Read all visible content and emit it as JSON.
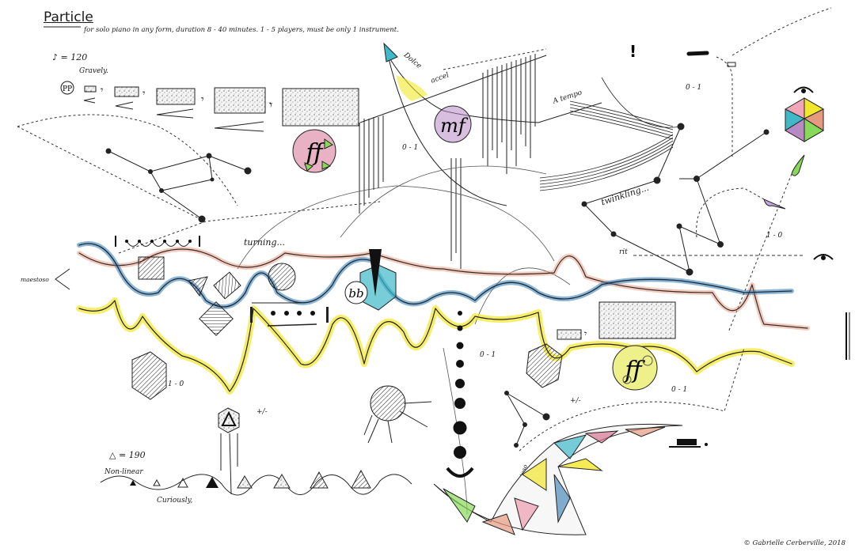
{
  "score": {
    "title": "Particle",
    "subtitle": "for solo piano in any form, duration 8 - 40 minutes. 1 - 5 players, must be only 1 instrument.",
    "tempo_top": "♪ = 120",
    "character_top": "Gravely.",
    "dynamic_pp": "PP",
    "dynamic_ff_left": "ff",
    "dynamic_mf": "mf",
    "dynamic_bb": "bb",
    "dynamic_ff_right": "ff",
    "markings": {
      "dolce": "Dolce",
      "accel": "accel",
      "a_tempo": "A tempo",
      "twinkling": "twinkling...",
      "turning": "turning...",
      "rit": "rit",
      "maestoso_left": "maestoso",
      "maestoso_bottom": "maestoso",
      "non_linear": "Non-linear",
      "curiously": "Curiously,",
      "tempo_bottom": "△ = 190"
    },
    "ratios": {
      "r1": "0 - 1",
      "r2": "0 - 1",
      "r3": "1 - 0",
      "r4": "1 - 0",
      "r5": "0 - 1",
      "r6": "0 - 1",
      "plusminus1": "+/-",
      "plusminus2": "+/-"
    },
    "copyright": "© Gabrielle Cerberville, 2018"
  },
  "colors": {
    "ink": "#1a1a1a",
    "blue_wash": "#2f79b0",
    "yellow_wash": "#f2e72a",
    "salmon_wash": "#e59a7f",
    "teal": "#3fb9c8",
    "mf_purple": "#b88ac4",
    "ff_pink": "#d77393",
    "ff_yellow": "#eef18a",
    "leaf_green": "#88d85a",
    "lavender": "#c4a7dd"
  }
}
